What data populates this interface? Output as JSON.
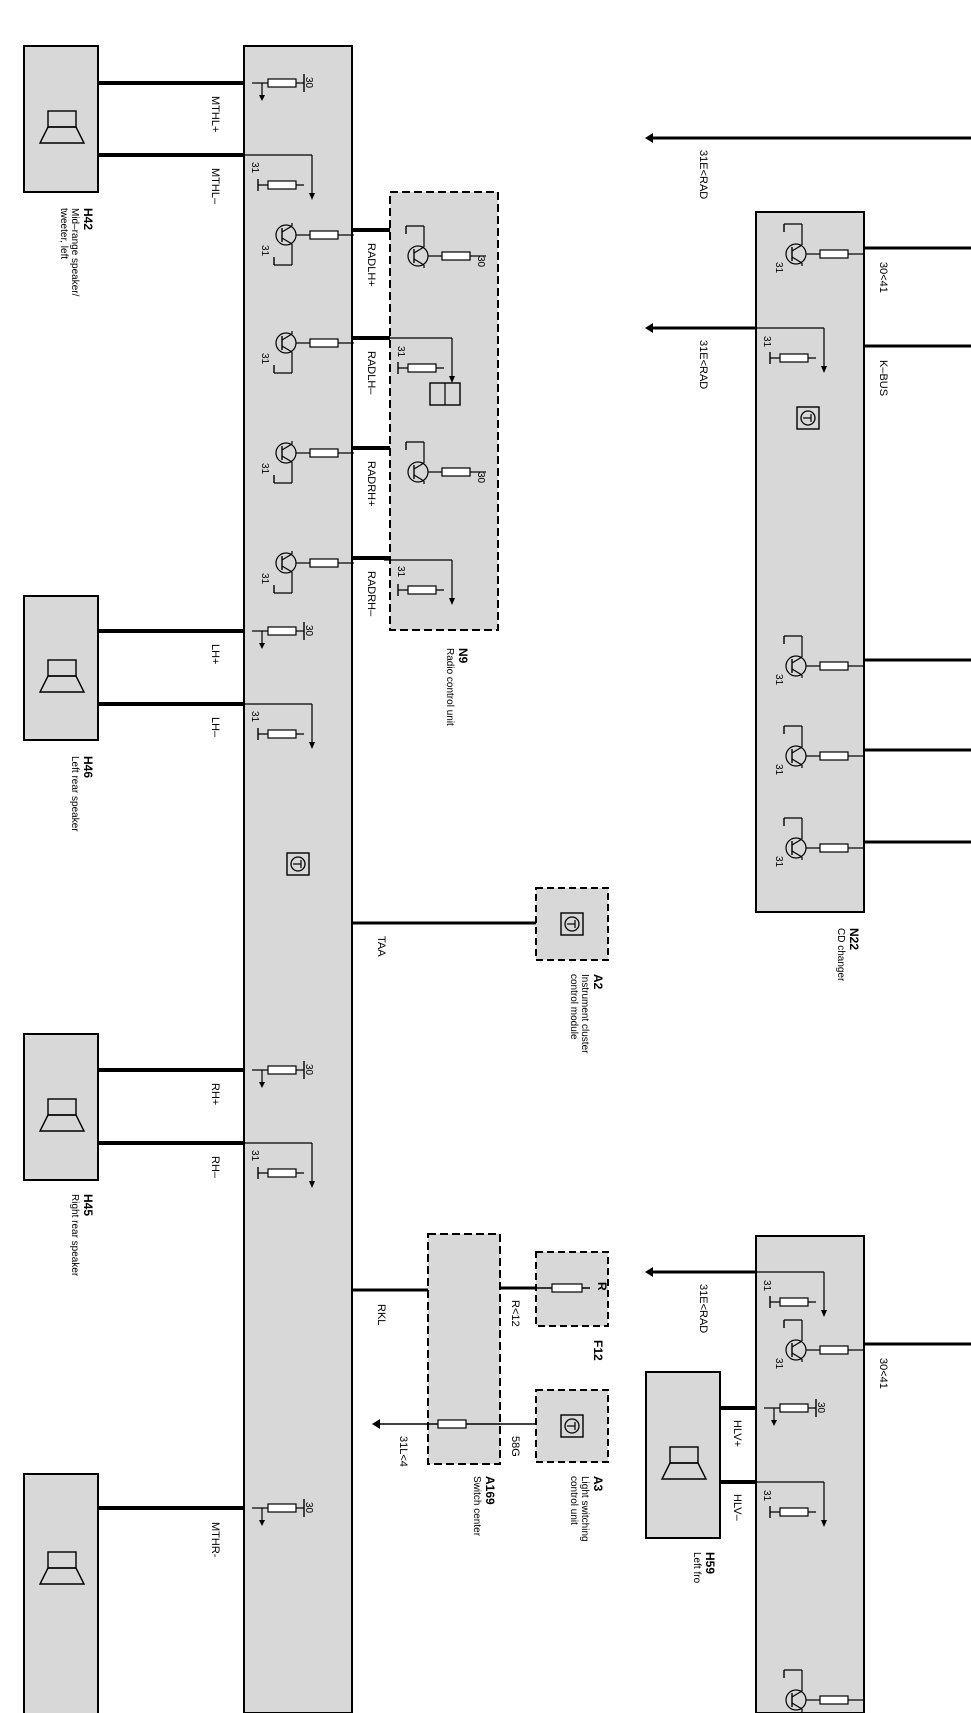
{
  "components": {
    "h42": {
      "id": "H42",
      "name_line1": "Mid–range speaker/",
      "name_line2": "tweeter, left"
    },
    "h46": {
      "id": "H46",
      "name": "Left rear speaker"
    },
    "h45": {
      "id": "H45",
      "name": "Right rear speaker"
    },
    "n9": {
      "id": "N9",
      "name": "Radio control unit"
    },
    "n22": {
      "id": "N22",
      "name": "CD changer"
    },
    "a2": {
      "id": "A2",
      "name_line1": "Instrument cluster",
      "name_line2": "control module"
    },
    "f12": {
      "id": "F12",
      "terminal": "R"
    },
    "a169": {
      "id": "A169",
      "name": "Switch center"
    },
    "a3": {
      "id": "A3",
      "name_line1": "Light switching",
      "name_line2": "control unit"
    },
    "h59": {
      "id": "H59",
      "name": "Left fro"
    }
  },
  "wires": {
    "mthl_plus": "MTHL+",
    "mthl_minus": "MTHL–",
    "radlh_plus": "RADLH+",
    "radlh_minus": "RADLH–",
    "radrh_plus": "RADRH+",
    "radrh_minus": "RADRH–",
    "lh_plus": "LH+",
    "lh_minus": "LH–",
    "taa": "TAA",
    "rh_plus": "RH+",
    "rh_minus": "RH–",
    "rkl": "RKL",
    "r12": "R<12",
    "s58g": "58G",
    "l31_4": "31L<4",
    "mthr": "MTHR-",
    "e31rad_1": "31E<RAD",
    "e31rad_2": "31E<RAD",
    "e31rad_3": "31E<RAD",
    "t30_41_a": "30<41",
    "kbus": "K–BUS",
    "t30_41_b": "30<41",
    "hlv_plus": "HLV+",
    "hlv_minus": "HLV–"
  },
  "terminals": {
    "t30": "30",
    "t31": "31"
  },
  "colors": {
    "module_fill": "#d8d8d8",
    "line": "#000000",
    "background": "#ffffff"
  }
}
